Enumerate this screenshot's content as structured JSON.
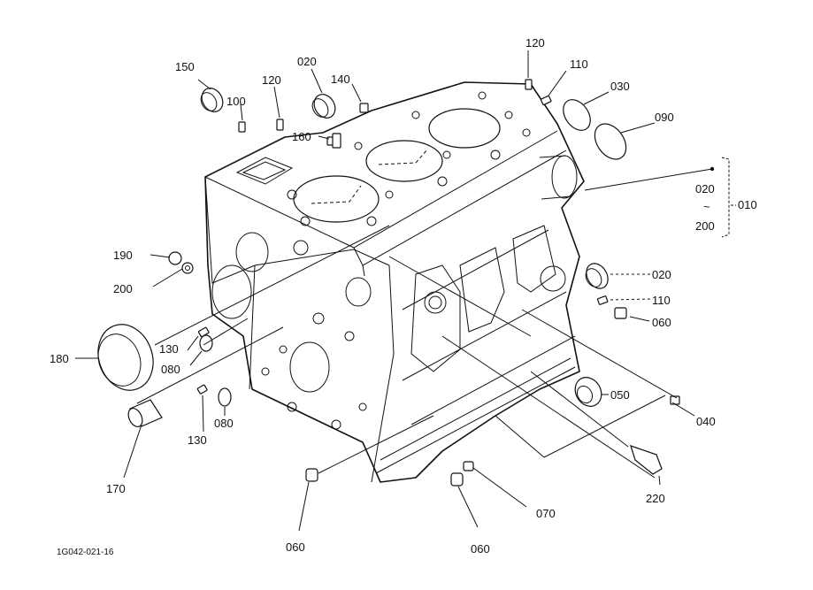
{
  "diagram_code": "1G042-021-16",
  "labels": {
    "l010": "010",
    "l020_range": "020",
    "l200_range": "200",
    "tilde": "~",
    "l020_a": "020",
    "l020_b": "020",
    "l030": "030",
    "l040": "040",
    "l050": "050",
    "l060_a": "060",
    "l060_b": "060",
    "l060_c": "060",
    "l070": "070",
    "l080_a": "080",
    "l080_b": "080",
    "l090": "090",
    "l100": "100",
    "l110_a": "110",
    "l110_b": "110",
    "l120_a": "120",
    "l120_b": "120",
    "l130_a": "130",
    "l130_b": "130",
    "l140": "140",
    "l150": "150",
    "l160": "160",
    "l170": "170",
    "l180": "180",
    "l190": "190",
    "l200": "200",
    "l220": "220"
  }
}
